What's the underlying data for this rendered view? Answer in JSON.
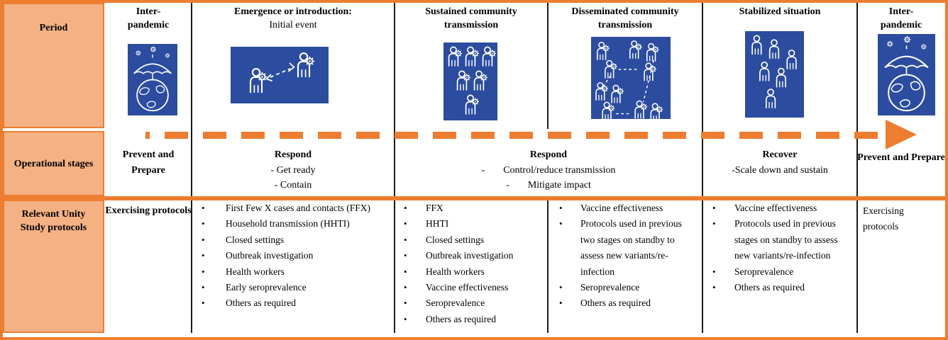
{
  "colors": {
    "orange": "#ED7D31",
    "orange-fill": "#F4B183",
    "blue": "#2B4C9F",
    "ink": "#000000"
  },
  "glyphs": {
    "dash": "-",
    "bullet": "•"
  },
  "row_labels": {
    "period": "Period",
    "stages": "Operational stages",
    "protocols": "Relevant Unity Study protocols"
  },
  "periods": [
    {
      "title": "Inter-pandemic",
      "icon": "umbrella-globe-icon"
    },
    {
      "title": "Emergence or introduction:",
      "subtitle": "Initial event",
      "icon": "person-to-person-transmission-icon"
    },
    {
      "title": "Sustained community transmission",
      "icon": "infected-group-icon"
    },
    {
      "title": "Disseminated community transmission",
      "icon": "disseminated-clusters-icon"
    },
    {
      "title": "Stabilized situation",
      "icon": "population-icon"
    },
    {
      "title": "Inter-pandemic",
      "icon": "umbrella-globe-icon"
    }
  ],
  "stages": [
    {
      "name": "Prevent and Prepare",
      "lines": []
    },
    {
      "name": "Respond",
      "lines": [
        "- Get ready",
        "- Contain"
      ]
    },
    {
      "name": "Respond",
      "items": [
        "Control/reduce transmission",
        "Mitigate impact"
      ]
    },
    {
      "name": "Recover",
      "lines": [
        "-Scale down and sustain"
      ]
    },
    {
      "name": "Prevent and Prepare",
      "lines": []
    }
  ],
  "protocols": {
    "col1": {
      "text": "Exercising protocols"
    },
    "col2": {
      "items": [
        "First Few X cases and contacts (FFX)",
        "Household transmission (HHTI)",
        "Closed settings",
        "Outbreak investigation",
        "Health workers",
        "Early seroprevalence",
        "Others as required"
      ]
    },
    "col3": {
      "items": [
        "FFX",
        "HHTI",
        "Closed settings",
        "Outbreak investigation",
        "Health workers",
        "Vaccine effectiveness",
        "Seroprevalence",
        "Others as required"
      ]
    },
    "col4": {
      "items": [
        "Vaccine effectiveness",
        "Protocols used in previous two stages on standby to assess new variants/re-infection",
        "Seroprevalence",
        "Others as required"
      ]
    },
    "col5": {
      "items": [
        "Vaccine effectiveness",
        "Protocols used in previous stages on standby to assess new variants/re-infection",
        "Seroprevalence",
        "Others as required"
      ]
    },
    "col6": {
      "text": "Exercising protocols"
    }
  }
}
